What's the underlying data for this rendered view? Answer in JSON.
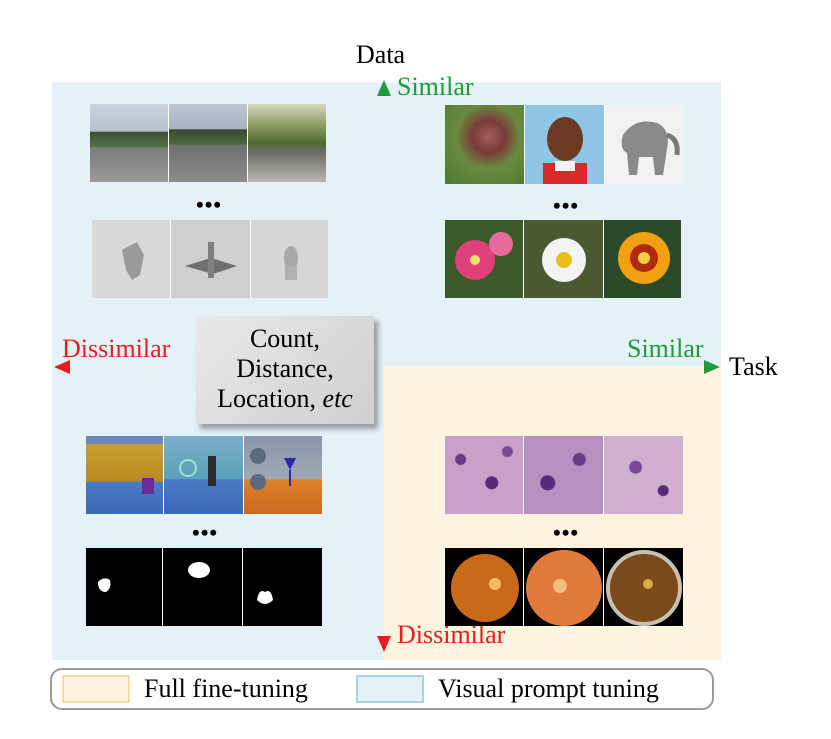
{
  "axes": {
    "vertical_title": "Data",
    "horizontal_title": "Task",
    "top_label": "Similar",
    "bottom_label": "Dissimilar",
    "right_label": "Similar",
    "left_label": "Dissimilar"
  },
  "callout": {
    "line1": "Count,",
    "line2": "Distance,",
    "line3_prefix": "Location, ",
    "line3_italic": "etc"
  },
  "ellipsis": "•••",
  "legend": {
    "full_label": "Full fine-tuning",
    "vpt_label": "Visual prompt tuning"
  },
  "colors": {
    "vpt_region": "#e4f1f7",
    "full_region": "#fdf3df",
    "similar": "#1f9a3c",
    "dissimilar": "#e02020",
    "vpt_swatch_fill": "#e4f1f7",
    "vpt_swatch_border": "#a9d2e3",
    "full_swatch_fill": "#fdf3df",
    "full_swatch_border": "#f4dca8"
  },
  "thumbnails": {
    "top_left_1": [
      "road-scene-1",
      "road-scene-2",
      "road-scene-3"
    ],
    "top_left_2": [
      "3d-render-1",
      "3d-render-2",
      "3d-render-3"
    ],
    "top_right_1": [
      "animal-photo",
      "child-portrait",
      "elephant-photo"
    ],
    "top_right_2": [
      "pink-flower",
      "daisy-flower",
      "gazania-flower"
    ],
    "bottom_left_1": [
      "maze-render-1",
      "maze-render-2",
      "maze-render-3"
    ],
    "bottom_left_2": [
      "blob-mask-1",
      "blob-mask-2",
      "blob-mask-3"
    ],
    "bottom_right_1": [
      "histology-1",
      "histology-2",
      "histology-3"
    ],
    "bottom_right_2": [
      "retina-1",
      "retina-2",
      "retina-3"
    ]
  }
}
